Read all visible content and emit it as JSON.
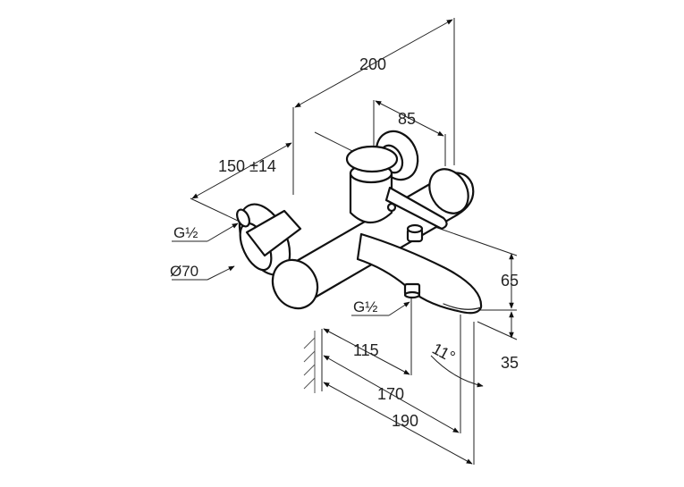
{
  "dimensions": {
    "width_overall": "200",
    "handle_offset": "85",
    "wall_offset": "150 ±14",
    "height_upper": "65",
    "height_lower": "35",
    "spout_115": "115",
    "spout_170": "170",
    "spout_190": "190",
    "angle": "11°"
  },
  "callouts": {
    "inlet_thread": "G½",
    "rosette_diameter": "Ø70",
    "outlet_thread": "G½"
  }
}
